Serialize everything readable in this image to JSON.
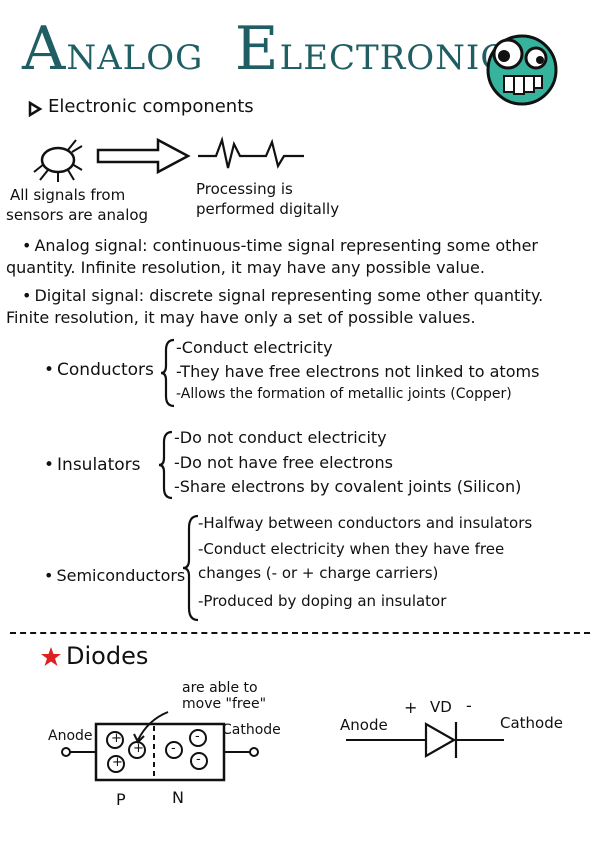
{
  "title": {
    "first_cap": "A",
    "first_rest": "NALOG",
    "second_cap": "E",
    "second_rest": "LECTRONICS"
  },
  "colors": {
    "title_teal": "#1f5e63",
    "logo_teal": "#35b39c",
    "star_red": "#e02020",
    "ink": "#111111"
  },
  "icons": {
    "logo": "googly-eye-mascot-icon",
    "star": "red-star-icon",
    "bug": "sensor-bug-icon"
  },
  "section1": {
    "heading": "Electronic components",
    "sensor_caption": [
      "All signals from",
      "sensors are analog"
    ],
    "processing_caption": [
      "Processing is",
      "performed digitally"
    ],
    "analog_def": [
      "Analog signal: continuous-time signal representing some other",
      "quantity. Infinite resolution, it may have any possible value."
    ],
    "digital_def": [
      "Digital signal: discrete signal representing some other quantity.",
      "Finite resolution, it may have only a set of possible values."
    ]
  },
  "materials": [
    {
      "name": "Conductors",
      "points": [
        "-Conduct electricity",
        "-They have free electrons not linked to atoms",
        "-Allows the formation of metallic joints (Copper)"
      ]
    },
    {
      "name": "Insulators",
      "points": [
        "-Do not conduct electricity",
        "-Do not have free electrons",
        "-Share electrons by covalent joints (Silicon)"
      ]
    },
    {
      "name": "Semiconductors",
      "points": [
        "-Halfway between conductors and insulators",
        "-Conduct electricity when they have free",
        "changes (- or + charge carriers)",
        "-Produced by doping an insulator"
      ]
    }
  ],
  "diodes": {
    "heading": "Diodes",
    "annotation": [
      "are able to",
      "move \"free\""
    ],
    "anode_label": "Anode",
    "cathode_label": "Cathode",
    "p_label": "P",
    "n_label": "N",
    "plus_sign": "+",
    "minus_sign": "-",
    "symbol_anode": "Anode",
    "symbol_cathode": "Cathode",
    "symbol_voltage": "VD",
    "symbol_plus": "+",
    "symbol_minus": "-"
  }
}
